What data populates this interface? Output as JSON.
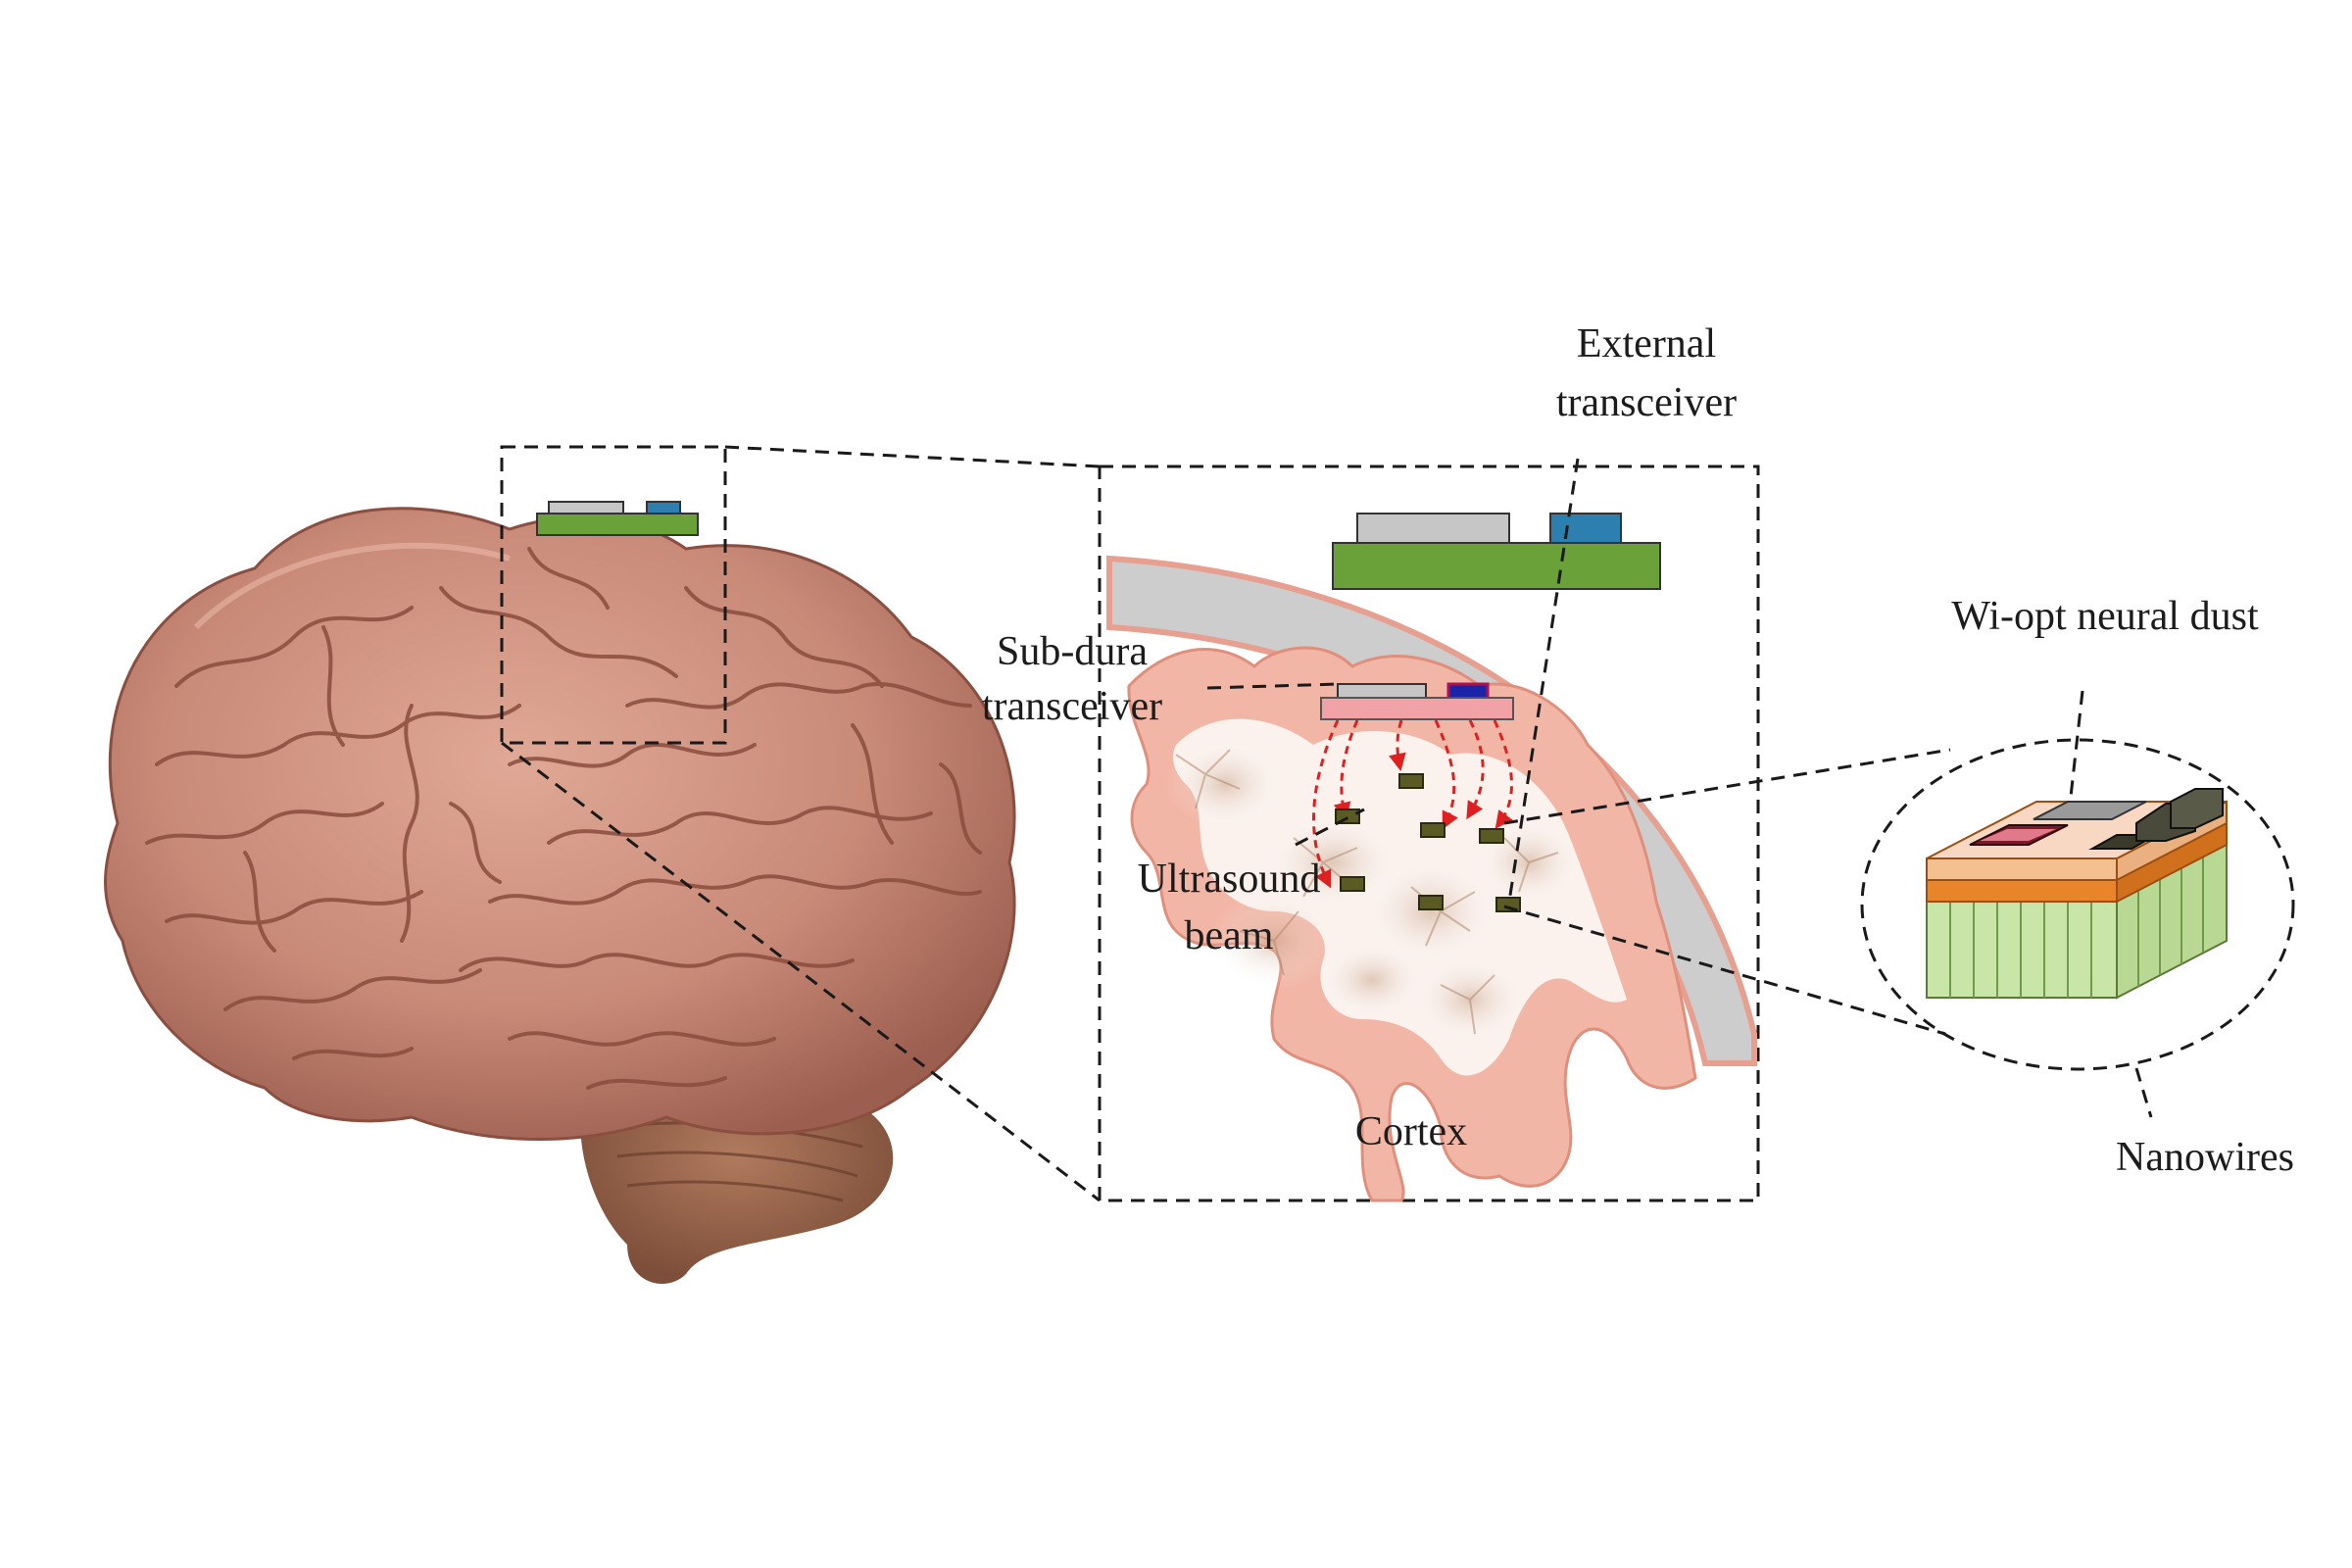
{
  "labels": {
    "external_line1": "External",
    "external_line2": "transceiver",
    "subdura_line1": "Sub-dura",
    "subdura_line2": "transceiver",
    "ultrasound_line1": "Ultrasound",
    "ultrasound_line2": "beam",
    "cortex": "Cortex",
    "neural_dust": "Wi-opt neural dust",
    "nanowires": "Nanowires"
  },
  "colors": {
    "board_green": "#6aa239",
    "chip_gray": "#c6c6c6",
    "chip_blue": "#2d7fb0",
    "brain_pink": "#c98a78",
    "cortex_pink": "#f2b6a6",
    "skull_gray": "#cdcdcd",
    "beam_red": "#e02020",
    "nanowire_green": "#c9e6a8",
    "dust_orange": "#e8842a"
  }
}
